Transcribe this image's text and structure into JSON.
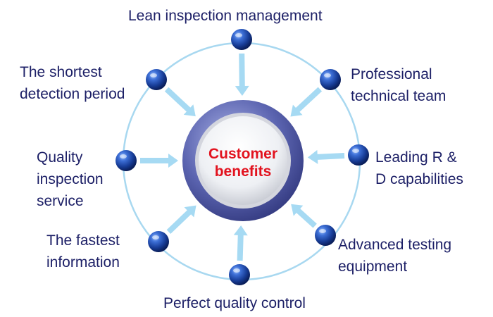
{
  "center": {
    "label": "Customer\nbenefits"
  },
  "benefits": [
    {
      "id": "top",
      "label": "Lean inspection management"
    },
    {
      "id": "top-right",
      "label": "Professional\ntechnical team"
    },
    {
      "id": "right",
      "label": "Leading R &\nD capabilities"
    },
    {
      "id": "bottom-right",
      "label": "Advanced testing\nequipment"
    },
    {
      "id": "bottom",
      "label": "Perfect quality control"
    },
    {
      "id": "bottom-left",
      "label": "The fastest\ninformation"
    },
    {
      "id": "left",
      "label": "Quality\ninspection\nservice"
    },
    {
      "id": "top-left",
      "label": "The shortest\ndetection period"
    }
  ],
  "colors": {
    "label_text": "#1c1f66",
    "center_text": "#e2131f",
    "orbit_ring": "#a8d8f0",
    "arrow": "#a6daf3",
    "node": "#1a3f9c",
    "center_ring": "#5b64b0"
  }
}
